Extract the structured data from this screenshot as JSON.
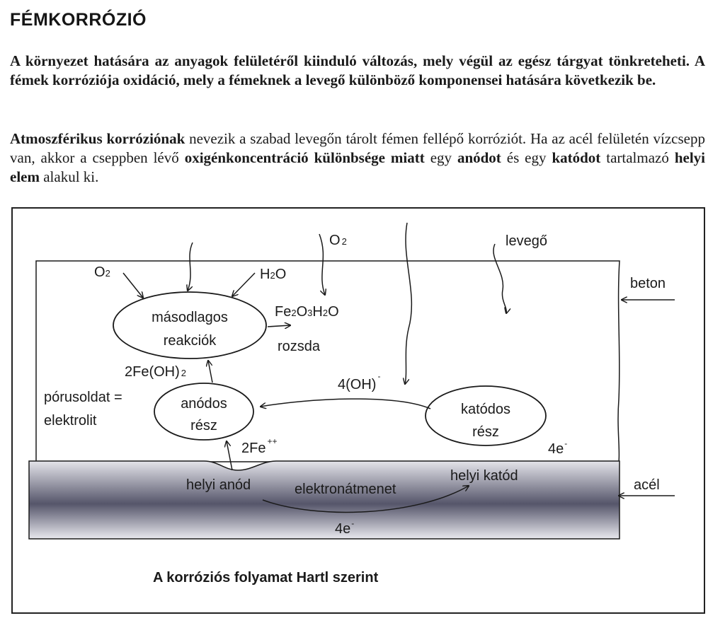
{
  "title": "FÉMKORRÓZIÓ",
  "intro": "A környezet hatására az anyagok felületéről kiinduló változás, mely végül az egész tárgyat tönkreteheti. A fémek korróziója oxidáció, mely a fémeknek a levegő különböző komponensei hatására következik be.",
  "para2": {
    "s1_bold": "Atmoszférikus korróziónak",
    "s2": " nevezik a szabad levegőn tárolt fémen fellépő korróziót. Ha az acél felületén vízcsepp van, akkor a cseppben lévő ",
    "s3_bold": "oxigénkoncentráció különbsége miatt",
    "s4": " egy ",
    "s5_bold": "anódot",
    "s6": " és egy ",
    "s7_bold": "katódot",
    "s8": " tartalmazó ",
    "s9_bold": "helyi elem",
    "s10": " alakul ki."
  },
  "diagram": {
    "o2_top": "O",
    "o2_top_sub": "2",
    "levego": "levegő",
    "beton": "beton",
    "acel": "acél",
    "o2_left": "O",
    "o2_left_sub": "2",
    "h2o_h": "H",
    "h2o_sub": "2",
    "h2o_o": "O",
    "masodlagos": "másodlagos",
    "reakciok": "reakciók",
    "fe": "Fe",
    "fe_sub1": "2",
    "o": "O",
    "o_sub": "3",
    "h": "H",
    "h_sub": "2",
    "o_end": "O",
    "rozsda": "rozsda",
    "feoh": "2Fe(OH)",
    "feoh_sub": "2",
    "oh": "4(OH)",
    "oh_sup": "-",
    "porusoldat": "pórusoldat =",
    "elektrolit": "elektrolit",
    "anodos": "anódos",
    "resz_a": "rész",
    "katodos": "katódos",
    "resz_k": "rész",
    "fe_pp": "2Fe",
    "fe_pp_sup": "++",
    "e_right": "4e",
    "e_right_sup": "-",
    "helyi_anod": "helyi anód",
    "elektronatmenet": "elektronátmenet",
    "helyi_katod": "helyi katód",
    "e_bottom": "4e",
    "e_bottom_sup": "-",
    "caption": "A korróziós folyamat Hartl szerint"
  }
}
